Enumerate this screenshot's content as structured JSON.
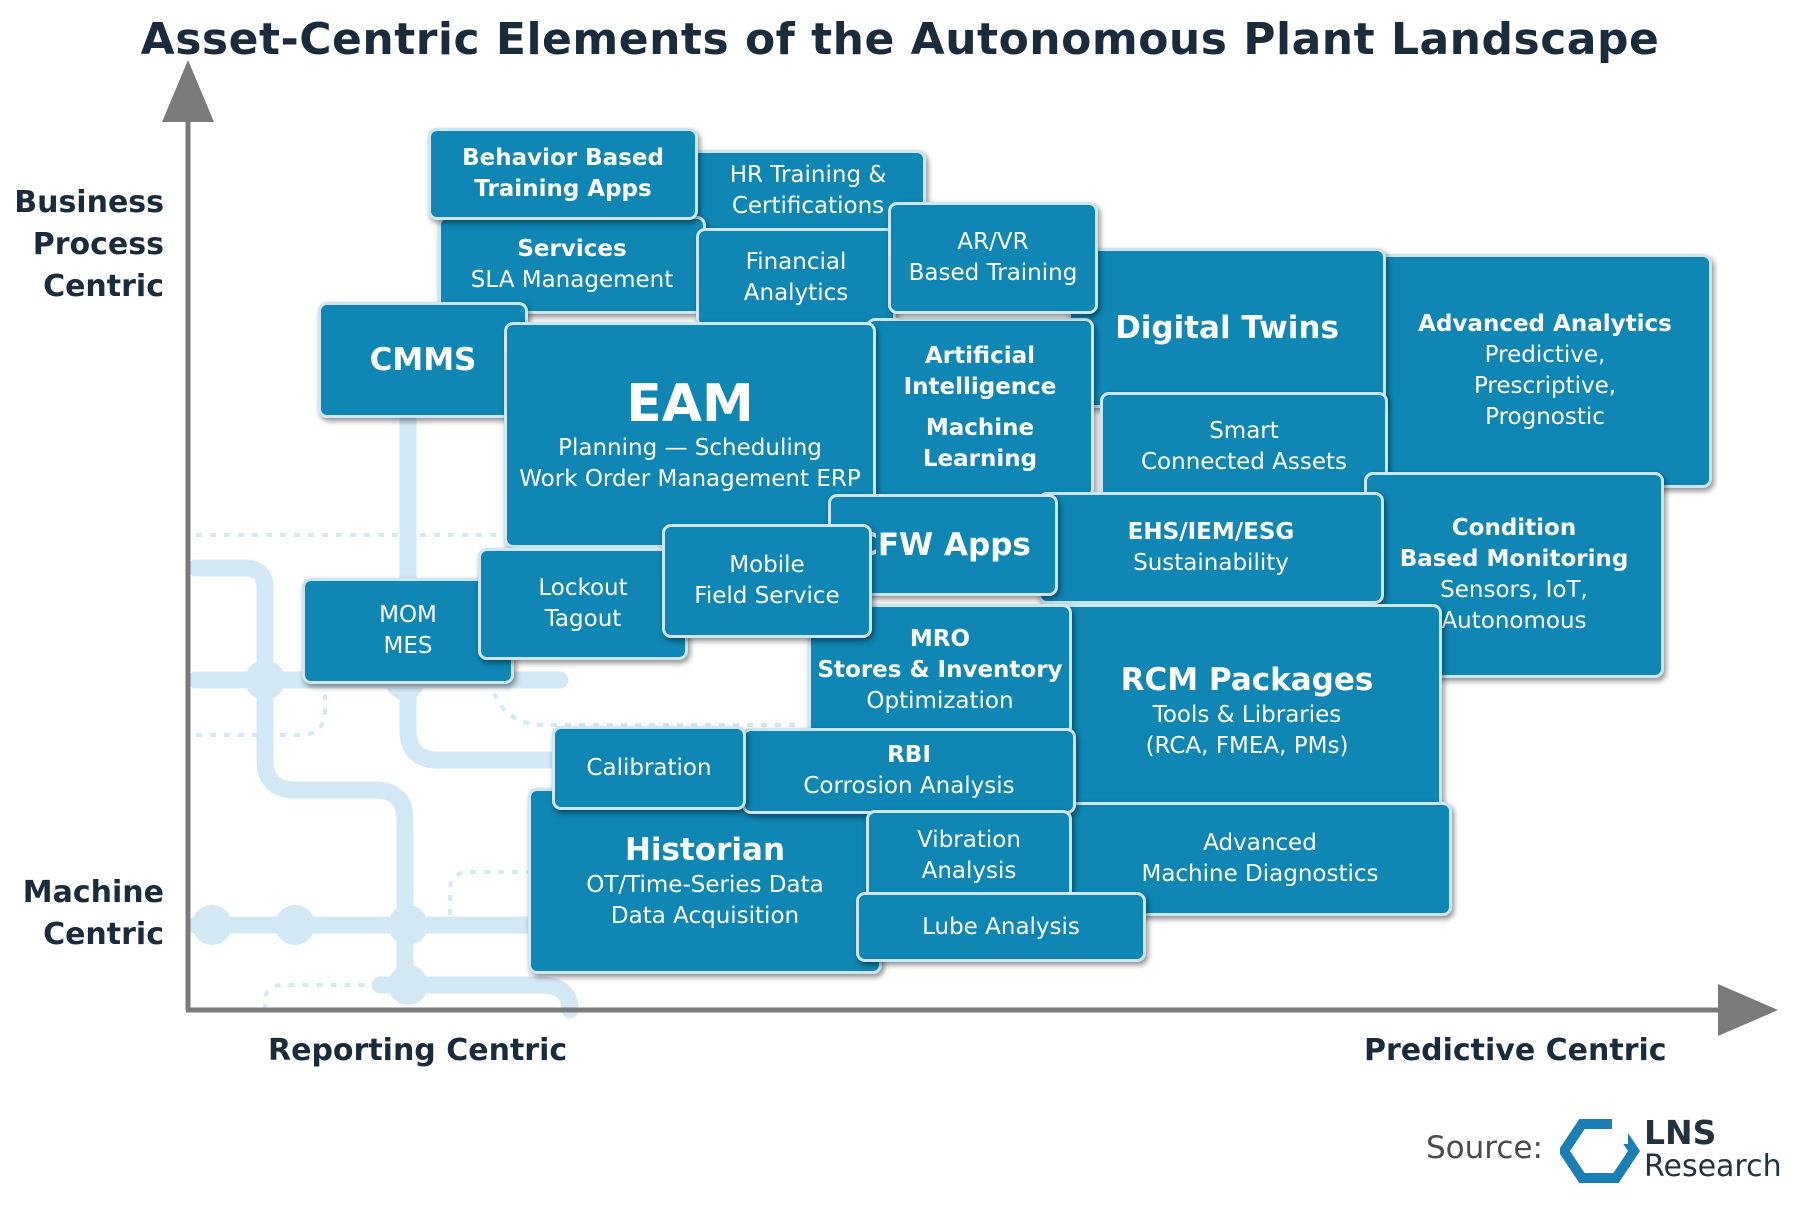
{
  "title": "Asset-Centric Elements of the Autonomous Plant Landscape",
  "axes": {
    "y_top_lines": [
      "Business",
      "Process",
      "Centric"
    ],
    "y_bottom_lines": [
      "Machine",
      "Centric"
    ],
    "x_left": "Reporting Centric",
    "x_right": "Predictive Centric"
  },
  "source": {
    "label": "Source:",
    "logo_line1": "LNS",
    "logo_line2": "Research"
  },
  "colors": {
    "box_fill": "#0f86b4",
    "box_border": "#cce6f3",
    "axis": "#7a7a7a",
    "title": "#1a2b3d",
    "pipes": "#d2e8f4",
    "logo": "#1b7fb5"
  },
  "boxes": [
    {
      "id": "hr-training",
      "lines": [
        {
          "text": "HR Training &"
        },
        {
          "text": "Certifications"
        }
      ]
    },
    {
      "id": "services",
      "lines": [
        {
          "text": "Services",
          "style": "hb"
        },
        {
          "text": "SLA Management"
        }
      ]
    },
    {
      "id": "behavior-based",
      "lines": [
        {
          "text": "Behavior Based",
          "style": "hb"
        },
        {
          "text": "Training Apps",
          "style": "hb"
        }
      ]
    },
    {
      "id": "financial-analytics",
      "lines": [
        {
          "text": "Financial"
        },
        {
          "text": "Analytics"
        }
      ]
    },
    {
      "id": "advanced-analytics",
      "lines": [
        {
          "text": "Advanced Analytics",
          "style": "hb"
        },
        {
          "text": "Predictive,"
        },
        {
          "text": "Prescriptive,"
        },
        {
          "text": "Prognostic"
        }
      ]
    },
    {
      "id": "digital-twins",
      "lines": [
        {
          "text": "Digital Twins",
          "style": "big"
        }
      ]
    },
    {
      "id": "ai-ml",
      "lines": [
        {
          "text": "Artificial",
          "style": "hb"
        },
        {
          "text": "Intelligence",
          "style": "hb"
        },
        {
          "gap": true
        },
        {
          "text": "Machine",
          "style": "hb"
        },
        {
          "text": "Learning",
          "style": "hb"
        }
      ]
    },
    {
      "id": "ar-vr",
      "lines": [
        {
          "text": "AR/VR"
        },
        {
          "text": "Based Training"
        }
      ]
    },
    {
      "id": "cmms",
      "lines": [
        {
          "text": "CMMS",
          "style": "big"
        }
      ]
    },
    {
      "id": "eam",
      "lines": [
        {
          "text": "EAM",
          "style": "huge"
        },
        {
          "text": "Planning — Scheduling"
        },
        {
          "text": "Work Order Management ERP"
        }
      ]
    },
    {
      "id": "smart-assets",
      "lines": [
        {
          "text": "Smart"
        },
        {
          "text": "Connected Assets"
        }
      ]
    },
    {
      "id": "condition-monitoring",
      "lines": [
        {
          "text": "Condition",
          "style": "hb"
        },
        {
          "text": "Based Monitoring",
          "style": "hb"
        },
        {
          "text": "Sensors, IoT,"
        },
        {
          "text": "Autonomous"
        }
      ]
    },
    {
      "id": "ehs",
      "lines": [
        {
          "text": "EHS/IEM/ESG",
          "style": "hb"
        },
        {
          "text": "Sustainability"
        }
      ]
    },
    {
      "id": "cfw-apps",
      "lines": [
        {
          "text": "CFW Apps",
          "style": "big"
        }
      ]
    },
    {
      "id": "rcm-packages",
      "lines": [
        {
          "text": "RCM Packages",
          "style": "big"
        },
        {
          "text": "Tools & Libraries"
        },
        {
          "text": "(RCA, FMEA, PMs)"
        }
      ]
    },
    {
      "id": "mro",
      "lines": [
        {
          "text": "MRO",
          "style": "hb"
        },
        {
          "text": "Stores & Inventory",
          "style": "hb"
        },
        {
          "text": "Optimization"
        }
      ]
    },
    {
      "id": "mom-mes",
      "lines": [
        {
          "text": "MOM"
        },
        {
          "text": "MES"
        }
      ]
    },
    {
      "id": "lockout-tagout",
      "lines": [
        {
          "text": "Lockout"
        },
        {
          "text": "Tagout"
        }
      ]
    },
    {
      "id": "mobile-field-service",
      "lines": [
        {
          "text": "Mobile"
        },
        {
          "text": "Field Service"
        }
      ]
    },
    {
      "id": "advanced-diagnostics",
      "lines": [
        {
          "text": "Advanced"
        },
        {
          "text": "Machine Diagnostics"
        }
      ]
    },
    {
      "id": "historian",
      "lines": [
        {
          "text": "Historian",
          "style": "big"
        },
        {
          "text": "OT/Time-Series Data"
        },
        {
          "text": "Data Acquisition"
        }
      ]
    },
    {
      "id": "rbi",
      "lines": [
        {
          "text": "RBI",
          "style": "hb"
        },
        {
          "text": "Corrosion Analysis"
        }
      ]
    },
    {
      "id": "calibration",
      "lines": [
        {
          "text": "Calibration"
        }
      ]
    },
    {
      "id": "vibration-analysis",
      "lines": [
        {
          "text": "Vibration"
        },
        {
          "text": "Analysis"
        }
      ]
    },
    {
      "id": "lube-analysis",
      "lines": [
        {
          "text": "Lube Analysis"
        }
      ]
    }
  ]
}
